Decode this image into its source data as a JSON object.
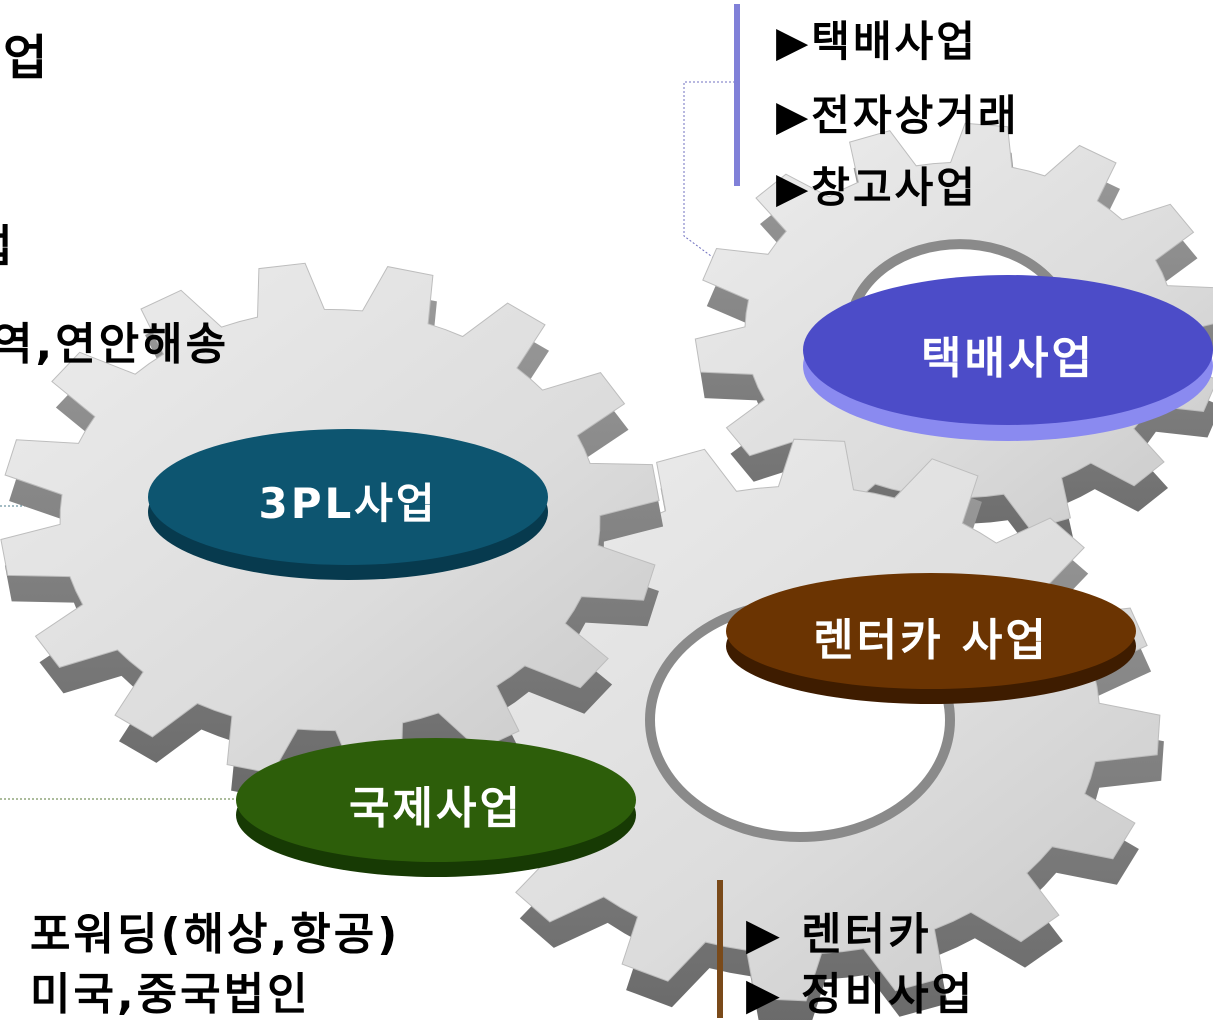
{
  "left_partial": {
    "line1": "사업",
    "line2": "업",
    "line3": "역,연안해송"
  },
  "top_right_list": {
    "items": [
      "▶택배사업",
      "▶전자상거래",
      "▶창고사업"
    ]
  },
  "bottom_left_list": {
    "items": [
      "포워딩(해상,항공)",
      "미국,중국법인"
    ]
  },
  "bottom_right_list": {
    "items": [
      "▶ 렌터카",
      "▶ 정비사업"
    ]
  },
  "pills": {
    "3pl": "3PL사업",
    "taekbae": "택배사업",
    "rentacar": "렌터카 사업",
    "international": "국제사업"
  },
  "colors": {
    "pill_3pl": "#0d5570",
    "pill_taekbae": "#4c4cc8",
    "pill_rentacar": "#6b3402",
    "pill_international": "#2d5e0a",
    "gear": "#d8d8d8",
    "top_bar": "#8080d8",
    "bottom_bar": "#7a4a1a"
  }
}
